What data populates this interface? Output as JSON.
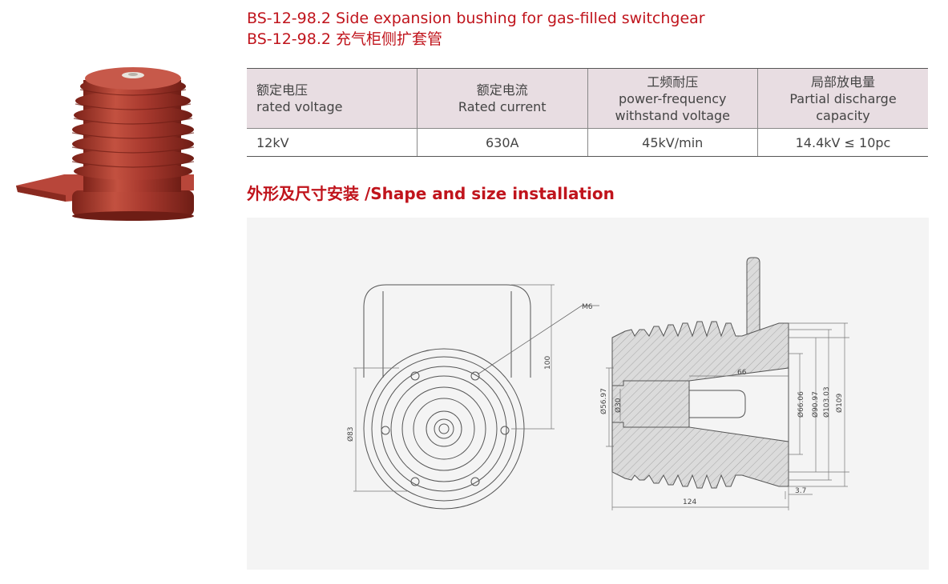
{
  "title": {
    "en": "BS-12-98.2 Side expansion bushing for gas-filled switchgear",
    "cn": "BS-12-98.2 充气柜侧扩套管"
  },
  "table": {
    "headers": [
      {
        "cn": "额定电压",
        "en": "rated voltage"
      },
      {
        "cn": "额定电流",
        "en": "Rated current"
      },
      {
        "cn": "工频耐压",
        "en": "power-frequency withstand voltage",
        "en1": "power-frequency",
        "en2": "withstand voltage"
      },
      {
        "cn": "局部放电量",
        "en": "Partial discharge capacity",
        "en1": "Partial discharge",
        "en2": "capacity"
      }
    ],
    "row": [
      "12kV",
      "630A",
      "45kV/min",
      "14.4kV ≤ 10pc"
    ]
  },
  "section_heading": "外形及尺寸安装 /Shape and size installation",
  "drawing": {
    "labels": {
      "m6": "M6",
      "d100": "100",
      "d83": "Ø83",
      "d66": "66",
      "d56": "Ø56.97",
      "d30": "Ø30",
      "d6606": "Ø66.06",
      "d9097": "Ø90.97",
      "d10303": "Ø103.03",
      "d109": "Ø109",
      "d124": "124",
      "d37": "3.7"
    }
  },
  "colors": {
    "accent": "#c0141c",
    "header_bg": "#e8dde2",
    "bushing": "#a8392e",
    "panel_bg": "#f4f4f4"
  }
}
